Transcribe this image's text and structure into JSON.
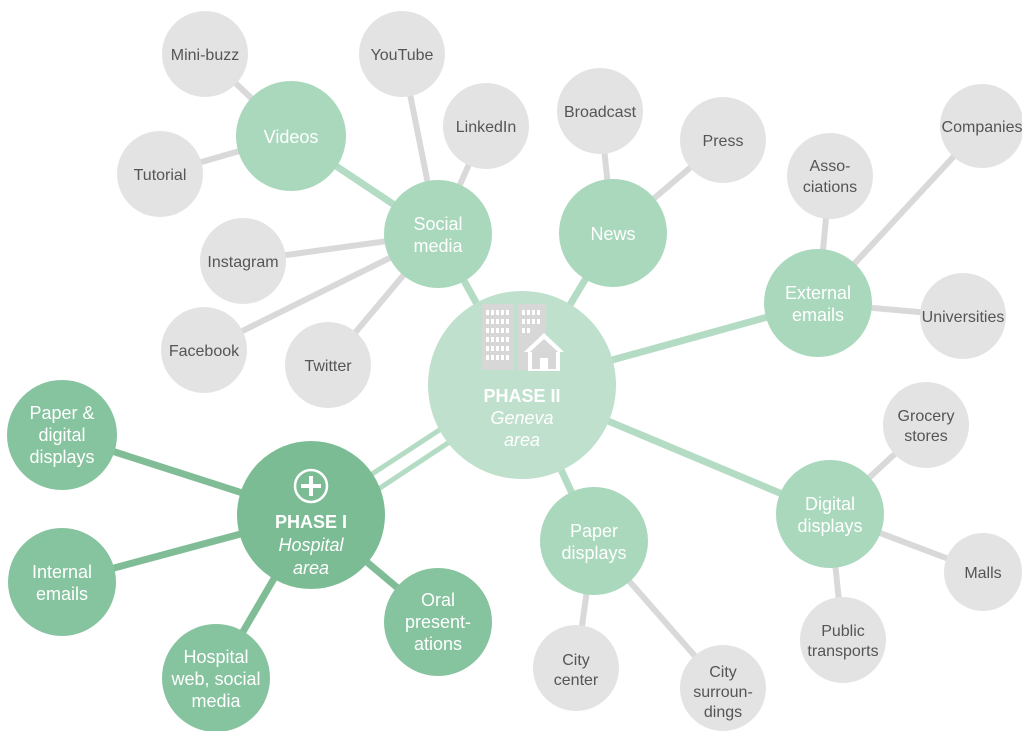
{
  "colors": {
    "grey_node": "#e3e3e3",
    "grey_edge": "#d6d6d6",
    "light_green_node": "#a9d8bd",
    "light_green_edge": "#b4dcc4",
    "center_node": "#bfe0cc",
    "dark_green_node": "#86c39f",
    "phase1_node": "#7cbc95",
    "dark_green_edge": "#80bd97",
    "text_grey": "#555555",
    "text_white": "#ffffff"
  },
  "icons": {
    "center": "buildings-house-icon",
    "phase1": "hospital-cross-icon"
  },
  "nodes": {
    "phase2": {
      "title": "PHASE II",
      "subtitle_1": "Geneva",
      "subtitle_2": "area"
    },
    "phase1": {
      "title": "PHASE I",
      "subtitle_1": "Hospital",
      "subtitle_2": "area"
    },
    "social_media": {
      "line1": "Social",
      "line2": "media"
    },
    "news": {
      "label": "News"
    },
    "videos": {
      "label": "Videos"
    },
    "external_emails": {
      "line1": "External",
      "line2": "emails"
    },
    "paper_displays": {
      "line1": "Paper",
      "line2": "displays"
    },
    "digital_displays": {
      "line1": "Digital",
      "line2": "displays"
    },
    "mini_buzz": {
      "label": "Mini-buzz"
    },
    "tutorial": {
      "label": "Tutorial"
    },
    "youtube": {
      "label": "YouTube"
    },
    "linkedin": {
      "label": "LinkedIn"
    },
    "instagram": {
      "label": "Instagram"
    },
    "facebook": {
      "label": "Facebook"
    },
    "twitter": {
      "label": "Twitter"
    },
    "broadcast": {
      "label": "Broadcast"
    },
    "press": {
      "label": "Press"
    },
    "associations": {
      "line1": "Asso-",
      "line2": "ciations"
    },
    "companies": {
      "label": "Companies"
    },
    "universities": {
      "label": "Universities"
    },
    "grocery_stores": {
      "line1": "Grocery",
      "line2": "stores"
    },
    "malls": {
      "label": "Malls"
    },
    "public_transports": {
      "line1": "Public",
      "line2": "transports"
    },
    "city_center": {
      "line1": "City",
      "line2": "center"
    },
    "city_surroundings": {
      "line1": "City",
      "line2": "surroun-",
      "line3": "dings"
    },
    "paper_digital_displays": {
      "line1": "Paper &",
      "line2": "digital",
      "line3": "displays"
    },
    "internal_emails": {
      "line1": "Internal",
      "line2": "emails"
    },
    "hospital_web": {
      "line1": "Hospital",
      "line2": "web, social",
      "line3": "media"
    },
    "oral_presentations": {
      "line1": "Oral",
      "line2": "present-",
      "line3": "ations"
    }
  }
}
